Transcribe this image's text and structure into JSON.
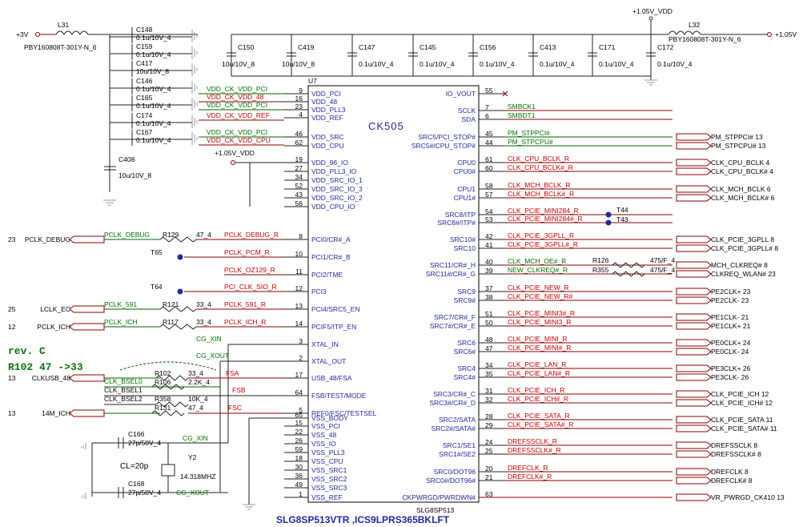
{
  "power": {
    "v3": "+3V",
    "v105_top": "+1.05V_VDD",
    "v105_right": "+1.05V",
    "v105_mid": "+1.05V_VDD",
    "l31": "L31",
    "l31_part": "PBY160808T-301Y-N_6",
    "l32": "L32",
    "l32_part": "PBY160808T-301Y-N_6"
  },
  "caps_left": [
    {
      "ref": "C148",
      "val": "0.1u/10V_4"
    },
    {
      "ref": "C159",
      "val": "0.1u/10V_4"
    },
    {
      "ref": "C417",
      "val": "10u/10V_8"
    },
    {
      "ref": "C146",
      "val": "0.1u/10V_4"
    },
    {
      "ref": "C165",
      "val": "0.1u/10V_4"
    },
    {
      "ref": "C174",
      "val": "0.1u/10V_4"
    },
    {
      "ref": "C167",
      "val": "0.1u/10V_4"
    }
  ],
  "c408": {
    "ref": "C408",
    "val": "10u/10V_8"
  },
  "caps_top": [
    {
      "ref": "C150",
      "val": "10u/10V_8"
    },
    {
      "ref": "C419",
      "val": "10u/10V_8"
    },
    {
      "ref": "C147",
      "val": "0.1u/10V_4"
    },
    {
      "ref": "C145",
      "val": "0.1u/10V_4"
    },
    {
      "ref": "C156",
      "val": "0.1u/10V_4"
    },
    {
      "ref": "C413",
      "val": "0.1u/10V_4"
    },
    {
      "ref": "C171",
      "val": "0.1u/10V_4"
    },
    {
      "ref": "C172",
      "val": "0.1u/10V_4"
    }
  ],
  "ic": {
    "ref": "U7",
    "name": "CK505",
    "part": "SLG8SP513"
  },
  "vdd_nets": [
    "VDD_CK_VDD_PCI",
    "VDD_CK_VDD_48",
    "VDD_CK_VDD_PCI",
    "VDD_CK_VDD_REF",
    "VDD_CK_VDD_PCI",
    "VDD_CK_VDD_CPU"
  ],
  "left_pins": [
    {
      "name": "VDD_PCI",
      "num": "9"
    },
    {
      "name": "VDD_48",
      "num": "16"
    },
    {
      "name": "VDD_PLL3",
      "num": "23"
    },
    {
      "name": "VDD_REF",
      "num": "4"
    },
    {
      "name": "VDD_SRC",
      "num": "46"
    },
    {
      "name": "VDD_CPU",
      "num": "62"
    },
    {
      "name": "VDD_96_IO",
      "num": "19"
    },
    {
      "name": "VDD_PLL3_IO",
      "num": "27"
    },
    {
      "name": "VDD_SRC_IO_1",
      "num": "34"
    },
    {
      "name": "VDD_SRC_IO_3",
      "num": "52"
    },
    {
      "name": "VDD_SRC_IO_2",
      "num": "43"
    },
    {
      "name": "VDD_CPU_IO",
      "num": "56"
    },
    {
      "name": "PCI0/CR#_A",
      "num": "8"
    },
    {
      "name": "PCI1/CR#_B",
      "num": "10"
    },
    {
      "name": "PCI2/TME",
      "num": "11"
    },
    {
      "name": "PCI3",
      "num": "12"
    },
    {
      "name": "PCI4/SRC5_EN",
      "num": "13"
    },
    {
      "name": "PCIF5/ITP_EN",
      "num": "14"
    },
    {
      "name": "XTAL_IN",
      "num": "3"
    },
    {
      "name": "XTAL_OUT",
      "num": "2"
    },
    {
      "name": "USB_48/FSA",
      "num": "17"
    },
    {
      "name": "FSB/TEST/MODE",
      "num": "64"
    },
    {
      "name": "REF0/FSC/TESTSEL",
      "num": "5"
    },
    {
      "name": "VSS_BODY",
      "num": "65"
    },
    {
      "name": "VSS_PCI",
      "num": "15"
    },
    {
      "name": "VSS_48",
      "num": "22"
    },
    {
      "name": "VSS_IO",
      "num": "26"
    },
    {
      "name": "VSS_PLL3",
      "num": "59"
    },
    {
      "name": "VSS_CPU",
      "num": "18"
    },
    {
      "name": "VSS_SRC1",
      "num": "30"
    },
    {
      "name": "VSS_SRC2",
      "num": "36"
    },
    {
      "name": "VSS_SRC3",
      "num": "49"
    },
    {
      "name": "VSS_REF",
      "num": "1"
    }
  ],
  "right_pins": [
    {
      "name": "IO_VOUT",
      "num": "55"
    },
    {
      "name": "SCLK",
      "num": "7"
    },
    {
      "name": "SDA",
      "num": "6"
    },
    {
      "name": "SRC5/PCI_STOP#",
      "num": "45"
    },
    {
      "name": "SRC5#/CPU_STOP#",
      "num": "44"
    },
    {
      "name": "CPU0",
      "num": "61"
    },
    {
      "name": "CPU0#",
      "num": "60"
    },
    {
      "name": "CPU1",
      "num": "58"
    },
    {
      "name": "CPU1#",
      "num": "57"
    },
    {
      "name": "SRC8/ITP",
      "num": "54"
    },
    {
      "name": "SRC8#/ITP#",
      "num": "53"
    },
    {
      "name": "SRC10#",
      "num": "42"
    },
    {
      "name": "SRC10",
      "num": "41"
    },
    {
      "name": "SRC11/CR#_H",
      "num": "40"
    },
    {
      "name": "SRC11#/CR#_G",
      "num": "39"
    },
    {
      "name": "SRC9",
      "num": "37"
    },
    {
      "name": "SRC9#",
      "num": "38"
    },
    {
      "name": "SRC7/CR#_F",
      "num": "51"
    },
    {
      "name": "SRC7#/CR#_E",
      "num": "50"
    },
    {
      "name": "SRC6",
      "num": "48"
    },
    {
      "name": "SRC6#",
      "num": "47"
    },
    {
      "name": "SRC4",
      "num": "34"
    },
    {
      "name": "SRC4#",
      "num": "35"
    },
    {
      "name": "SRC3/CR#_C",
      "num": "31"
    },
    {
      "name": "SRC3#/CR#_D",
      "num": "32"
    },
    {
      "name": "SRC2/SATA",
      "num": "28"
    },
    {
      "name": "SRC2#/SATA#",
      "num": "29"
    },
    {
      "name": "SRC1/SE1",
      "num": "24"
    },
    {
      "name": "SRC1#/SE2",
      "num": "25"
    },
    {
      "name": "SRC0/DOT96",
      "num": "20"
    },
    {
      "name": "SRC0#/DOT96#",
      "num": "21"
    },
    {
      "name": "CKPWRGD/PWRDWN#",
      "num": "63"
    }
  ],
  "right_nets": [
    "SMBCK1",
    "SMBDT1",
    "PM_STPPCI#",
    "PM_STPCPU#",
    "CLK_CPU_BCLK_R",
    "CLK_CPU_BCLK#_R",
    "CLK_MCH_BCLK_R",
    "CLK_MCH_BCLK#_R",
    "CLK_PCIE_MINI284_R",
    "CLK_PCIE_MINI284#_R",
    "CLK_PCIE_3GPLL_R",
    "CLK_PCIE_3GPLL#_R",
    "CLK_MCH_OE#_R",
    "NEW_CLKREQ#_R",
    "CLK_PCIE_NEW_R",
    "CLK_PCIE_NEW_R#",
    "CLK_PCIE_MINI3#_R",
    "CLK_PCIE_MINI3_R",
    "CLK_PCIE_MINI_R",
    "CLK_PCIE_MINI#_R",
    "CLK_PCIE_LAN_R",
    "CLK_PCIE_LAN#_R",
    "CLK_PCIE_ICH_R",
    "CLK_PCIE_ICH#_R",
    "CLK_PCIE_SATA_R",
    "CLK_PCIE_SATA#_R",
    "DREFSSCLK_R",
    "DREFSSCLK#_R",
    "DREFCLK_R",
    "DREFCLK#_R"
  ],
  "right_ports": [
    "PM_STPPCI#  13",
    "PM_STPCPU#  13",
    "CLK_CPU_BCLK  4",
    "CLK_CPU_BCLK#  4",
    "CLK_MCH_BCLK  6",
    "CLK_MCH_BCLK#  6",
    "CLK_PCIE_3GPLL  8",
    "CLK_PCIE_3GPLL#  8",
    "MCH_CLKREQ#  8",
    "CLKREQ_WLAN#  23",
    "PE2CLK+  23",
    "PE2CLK-  23",
    "PE1CLK-  21",
    "PE1CLK+  21",
    "PE0CLK+  24",
    "PE0CLK-  24",
    "PE3CLK+  26",
    "PE3CLK-  26",
    "CLK_PCIE_ICH  12",
    "CLK_PCIE_ICH#  12",
    "CLK_PCIE_SATA  11",
    "CLK_PCIE_SATA#  11",
    "DREFSSCLK  8",
    "DREFSSCLK#  8",
    "DREFCLK  8",
    "DREFCLK#  8",
    "VR_PWRGD_CK410  13"
  ],
  "testpoints": [
    "T44",
    "T43",
    "T65",
    "T64"
  ],
  "r_right": [
    {
      "ref": "R126",
      "val": "475/F_4"
    },
    {
      "ref": "R355",
      "val": "475/F_4"
    }
  ],
  "left_ports": [
    {
      "num": "23",
      "name": "PCLK_DEBUG"
    },
    {
      "num": "25",
      "name": "LCLK_EC"
    },
    {
      "num": "12",
      "name": "PCLK_ICH"
    },
    {
      "num": "13",
      "name": "CLKUSB_48"
    },
    {
      "num": "13",
      "name": "14M_ICH"
    }
  ],
  "left_nets": [
    "PCLK_DEBUG",
    "PCLK_DEBUG_R",
    "PCLK_PCM_R",
    "PCLK_OZ129_R",
    "PCI_CLK_SIO_R",
    "PCLK_591",
    "PCLK_591_R",
    "PCLK_ICH",
    "PCLK_ICH_R",
    "CG_XIN",
    "CG_XOUT",
    "CLK_BSEL0",
    "CLK_BSEL1",
    "CLK_BSEL2",
    "FSA",
    "FSB",
    "FSC"
  ],
  "r_left": [
    {
      "ref": "R129",
      "val": "47_4"
    },
    {
      "ref": "R121",
      "val": "33_4"
    },
    {
      "ref": "R117",
      "val": "33_4"
    },
    {
      "ref": "R102",
      "val": "33_4"
    },
    {
      "ref": "R106",
      "val": "2.2K_4"
    },
    {
      "ref": "R358",
      "val": "10K_4"
    },
    {
      "ref": "R131",
      "val": "47_4"
    }
  ],
  "rev": {
    "line1": "rev. C",
    "line2": "R102 47 ->33"
  },
  "crystal": {
    "c166": "C166",
    "c166_val": "27p/50V_4",
    "c168": "C168",
    "c168_val": "27p/50V_4",
    "y": "Y2",
    "freq": "14.318MHZ",
    "cl": "CL=20p",
    "xin": "CG_XIN",
    "xout": "CG_XOUT"
  },
  "bottom_text": "SLG8SP513VTR ,ICS9LPRS365BKLFT"
}
